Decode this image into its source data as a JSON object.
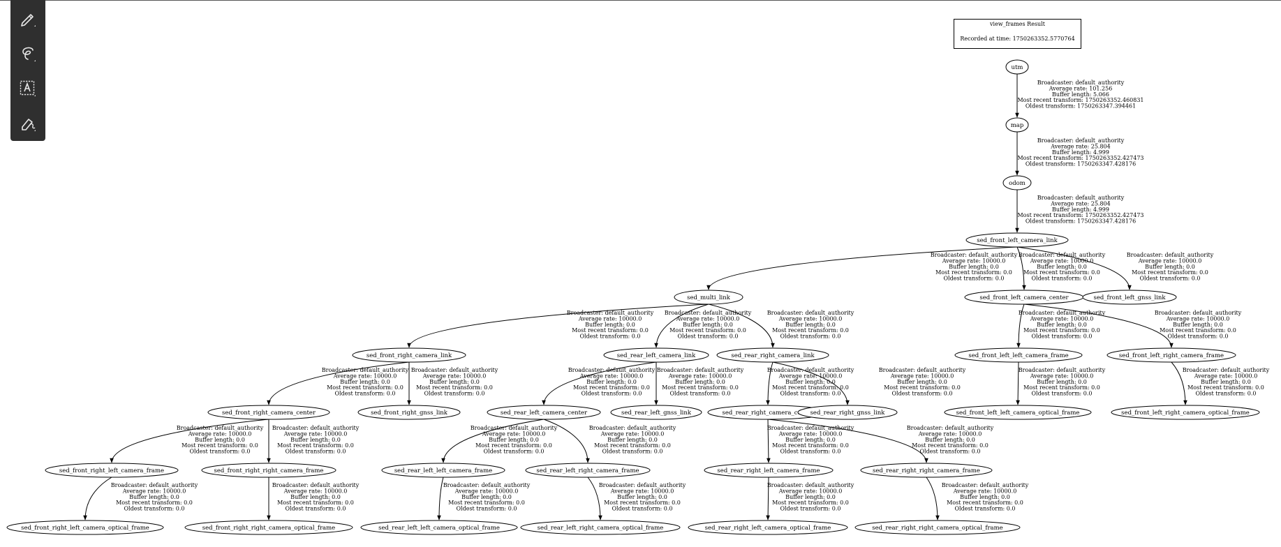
{
  "toolbar": {
    "tools": [
      {
        "name": "pen-tool",
        "icon": "pen-icon"
      },
      {
        "name": "lasso-tool",
        "icon": "lasso-icon"
      },
      {
        "name": "text-tool",
        "icon": "text-box-icon"
      },
      {
        "name": "highlighter-tool",
        "icon": "highlighter-icon"
      }
    ]
  },
  "header": {
    "title": "view_frames Result",
    "recorded": "Recorded at time: 1750263352.5770764"
  },
  "nodes": [
    {
      "id": "utm",
      "label": "utm"
    },
    {
      "id": "map",
      "label": "map"
    },
    {
      "id": "odom",
      "label": "odom"
    },
    {
      "id": "flcl",
      "label": "sed_front_left_camera_link"
    },
    {
      "id": "ml",
      "label": "sed_multi_link"
    },
    {
      "id": "flcc",
      "label": "sed_front_left_camera_center"
    },
    {
      "id": "flgl",
      "label": "sed_front_left_gnss_link"
    },
    {
      "id": "frcl",
      "label": "sed_front_right_camera_link"
    },
    {
      "id": "rlcl",
      "label": "sed_rear_left_camera_link"
    },
    {
      "id": "rrcl",
      "label": "sed_rear_right_camera_link"
    },
    {
      "id": "fllcf",
      "label": "sed_front_left_left_camera_frame"
    },
    {
      "id": "flrcf",
      "label": "sed_front_left_right_camera_frame"
    },
    {
      "id": "frcc",
      "label": "sed_front_right_camera_center"
    },
    {
      "id": "frgl",
      "label": "sed_front_right_gnss_link"
    },
    {
      "id": "rlcc",
      "label": "sed_rear_left_camera_center"
    },
    {
      "id": "rlgl",
      "label": "sed_rear_left_gnss_link"
    },
    {
      "id": "rrcc",
      "label": "sed_rear_right_camera_center"
    },
    {
      "id": "rrgl",
      "label": "sed_rear_right_gnss_link"
    },
    {
      "id": "fllcof",
      "label": "sed_front_left_left_camera_optical_frame"
    },
    {
      "id": "flrcof",
      "label": "sed_front_left_right_camera_optical_frame"
    },
    {
      "id": "frlcf",
      "label": "sed_front_right_left_camera_frame"
    },
    {
      "id": "frrcf",
      "label": "sed_front_right_right_camera_frame"
    },
    {
      "id": "rllcf",
      "label": "sed_rear_left_left_camera_frame"
    },
    {
      "id": "rlrcf",
      "label": "sed_rear_left_right_camera_frame"
    },
    {
      "id": "rrlcf",
      "label": "sed_rear_right_left_camera_frame"
    },
    {
      "id": "rrrcf",
      "label": "sed_rear_right_right_camera_frame"
    },
    {
      "id": "frlcof",
      "label": "sed_front_right_left_camera_optical_frame"
    },
    {
      "id": "frrcof",
      "label": "sed_front_right_right_camera_optical_frame"
    },
    {
      "id": "rllcof",
      "label": "sed_rear_left_left_camera_optical_frame"
    },
    {
      "id": "rlrcof",
      "label": "sed_rear_left_right_camera_optical_frame"
    },
    {
      "id": "rrlcof",
      "label": "sed_rear_right_left_camera_optical_frame"
    },
    {
      "id": "rrrcof",
      "label": "sed_rear_right_right_camera_optical_frame"
    }
  ],
  "edges": [
    {
      "from": "utm",
      "to": "map",
      "label": [
        "Broadcaster: default_authority",
        "Average rate: 101.256",
        "Buffer length: 5.066",
        "Most recent transform: 1750263352.460831",
        "Oldest transform: 1750263347.394461"
      ]
    },
    {
      "from": "map",
      "to": "odom",
      "label": [
        "Broadcaster: default_authority",
        "Average rate: 25.804",
        "Buffer length: 4.999",
        "Most recent transform: 1750263352.427473",
        "Oldest transform: 1750263347.428176"
      ]
    },
    {
      "from": "odom",
      "to": "flcl",
      "label": [
        "Broadcaster: default_authority",
        "Average rate: 25.804",
        "Buffer length: 4.999",
        "Most recent transform: 1750263352.427473",
        "Oldest transform: 1750263347.428176"
      ]
    },
    {
      "from": "flcl",
      "to": "ml",
      "label": [
        "Broadcaster: default_authority",
        "Average rate: 10000.0",
        "Buffer length: 0.0",
        "Most recent transform: 0.0",
        "Oldest transform: 0.0"
      ]
    },
    {
      "from": "flcl",
      "to": "flcc",
      "label": [
        "Broadcaster: default_authority",
        "Average rate: 10000.0",
        "Buffer length: 0.0",
        "Most recent transform: 0.0",
        "Oldest transform: 0.0"
      ]
    },
    {
      "from": "flcl",
      "to": "flgl",
      "label": [
        "Broadcaster: default_authority",
        "Average rate: 10000.0",
        "Buffer length: 0.0",
        "Most recent transform: 0.0",
        "Oldest transform: 0.0"
      ]
    },
    {
      "from": "ml",
      "to": "frcl",
      "label": [
        "Broadcaster: default_authority",
        "Average rate: 10000.0",
        "Buffer length: 0.0",
        "Most recent transform: 0.0",
        "Oldest transform: 0.0"
      ]
    },
    {
      "from": "ml",
      "to": "rlcl",
      "label": [
        "Broadcaster: default_authority",
        "Average rate: 10000.0",
        "Buffer length: 0.0",
        "Most recent transform: 0.0",
        "Oldest transform: 0.0"
      ]
    },
    {
      "from": "ml",
      "to": "rrcl",
      "label": [
        "Broadcaster: default_authority",
        "Average rate: 10000.0",
        "Buffer length: 0.0",
        "Most recent transform: 0.0",
        "Oldest transform: 0.0"
      ]
    },
    {
      "from": "flcc",
      "to": "fllcf",
      "label": [
        "Broadcaster: default_authority",
        "Average rate: 10000.0",
        "Buffer length: 0.0",
        "Most recent transform: 0.0",
        "Oldest transform: 0.0"
      ]
    },
    {
      "from": "flcc",
      "to": "flrcf",
      "label": [
        "Broadcaster: default_authority",
        "Average rate: 10000.0",
        "Buffer length: 0.0",
        "Most recent transform: 0.0",
        "Oldest transform: 0.0"
      ]
    },
    {
      "from": "frcl",
      "to": "frcc",
      "label": [
        "Broadcaster: default_authority",
        "Average rate: 10000.0",
        "Buffer length: 0.0",
        "Most recent transform: 0.0",
        "Oldest transform: 0.0"
      ]
    },
    {
      "from": "frcl",
      "to": "frgl",
      "label": [
        "Broadcaster: default_authority",
        "Average rate: 10000.0",
        "Buffer length: 0.0",
        "Most recent transform: 0.0",
        "Oldest transform: 0.0"
      ]
    },
    {
      "from": "rlcl",
      "to": "rlcc",
      "label": [
        "Broadcaster: default_authority",
        "Average rate: 10000.0",
        "Buffer length: 0.0",
        "Most recent transform: 0.0",
        "Oldest transform: 0.0"
      ]
    },
    {
      "from": "rlcl",
      "to": "rlgl",
      "label": [
        "Broadcaster: default_authority",
        "Average rate: 10000.0",
        "Buffer length: 0.0",
        "Most recent transform: 0.0",
        "Oldest transform: 0.0"
      ]
    },
    {
      "from": "rrcl",
      "to": "rrcc",
      "label": [
        "Broadcaster: default_authority",
        "Average rate: 10000.0",
        "Buffer length: 0.0",
        "Most recent transform: 0.0",
        "Oldest transform: 0.0"
      ]
    },
    {
      "from": "rrcl",
      "to": "rrgl",
      "label": [
        "Broadcaster: default_authority",
        "Average rate: 10000.0",
        "Buffer length: 0.0",
        "Most recent transform: 0.0",
        "Oldest transform: 0.0"
      ]
    },
    {
      "from": "fllcf",
      "to": "fllcof",
      "label": [
        "Broadcaster: default_authority",
        "Average rate: 10000.0",
        "Buffer length: 0.0",
        "Most recent transform: 0.0",
        "Oldest transform: 0.0"
      ]
    },
    {
      "from": "flrcf",
      "to": "flrcof",
      "label": [
        "Broadcaster: default_authority",
        "Average rate: 10000.0",
        "Buffer length: 0.0",
        "Most recent transform: 0.0",
        "Oldest transform: 0.0"
      ]
    },
    {
      "from": "frcc",
      "to": "frlcf",
      "label": [
        "Broadcaster: default_authority",
        "Average rate: 10000.0",
        "Buffer length: 0.0",
        "Most recent transform: 0.0",
        "Oldest transform: 0.0"
      ]
    },
    {
      "from": "frcc",
      "to": "frrcf",
      "label": [
        "Broadcaster: default_authority",
        "Average rate: 10000.0",
        "Buffer length: 0.0",
        "Most recent transform: 0.0",
        "Oldest transform: 0.0"
      ]
    },
    {
      "from": "rlcc",
      "to": "rllcf",
      "label": [
        "Broadcaster: default_authority",
        "Average rate: 10000.0",
        "Buffer length: 0.0",
        "Most recent transform: 0.0",
        "Oldest transform: 0.0"
      ]
    },
    {
      "from": "rlcc",
      "to": "rlrcf",
      "label": [
        "Broadcaster: default_authority",
        "Average rate: 10000.0",
        "Buffer length: 0.0",
        "Most recent transform: 0.0",
        "Oldest transform: 0.0"
      ]
    },
    {
      "from": "rrcc",
      "to": "rrlcf",
      "label": [
        "Broadcaster: default_authority",
        "Average rate: 10000.0",
        "Buffer length: 0.0",
        "Most recent transform: 0.0",
        "Oldest transform: 0.0"
      ]
    },
    {
      "from": "rrcc",
      "to": "rrrcf",
      "label": [
        "Broadcaster: default_authority",
        "Average rate: 10000.0",
        "Buffer length: 0.0",
        "Most recent transform: 0.0",
        "Oldest transform: 0.0"
      ]
    },
    {
      "from": "frlcf",
      "to": "frlcof",
      "label": [
        "Broadcaster: default_authority",
        "Average rate: 10000.0",
        "Buffer length: 0.0",
        "Most recent transform: 0.0",
        "Oldest transform: 0.0"
      ]
    },
    {
      "from": "frrcf",
      "to": "frrcof",
      "label": [
        "Broadcaster: default_authority",
        "Average rate: 10000.0",
        "Buffer length: 0.0",
        "Most recent transform: 0.0",
        "Oldest transform: 0.0"
      ]
    },
    {
      "from": "rllcf",
      "to": "rllcof",
      "label": [
        "Broadcaster: default_authority",
        "Average rate: 10000.0",
        "Buffer length: 0.0",
        "Most recent transform: 0.0",
        "Oldest transform: 0.0"
      ]
    },
    {
      "from": "rlrcf",
      "to": "rlrcof",
      "label": [
        "Broadcaster: default_authority",
        "Average rate: 10000.0",
        "Buffer length: 0.0",
        "Most recent transform: 0.0",
        "Oldest transform: 0.0"
      ]
    },
    {
      "from": "rrlcf",
      "to": "rrlcof",
      "label": [
        "Broadcaster: default_authority",
        "Average rate: 10000.0",
        "Buffer length: 0.0",
        "Most recent transform: 0.0",
        "Oldest transform: 0.0"
      ]
    },
    {
      "from": "rrrcf",
      "to": "rrrcof",
      "label": [
        "Broadcaster: default_authority",
        "Average rate: 10000.0",
        "Buffer length: 0.0",
        "Most recent transform: 0.0",
        "Oldest transform: 0.0"
      ]
    }
  ]
}
